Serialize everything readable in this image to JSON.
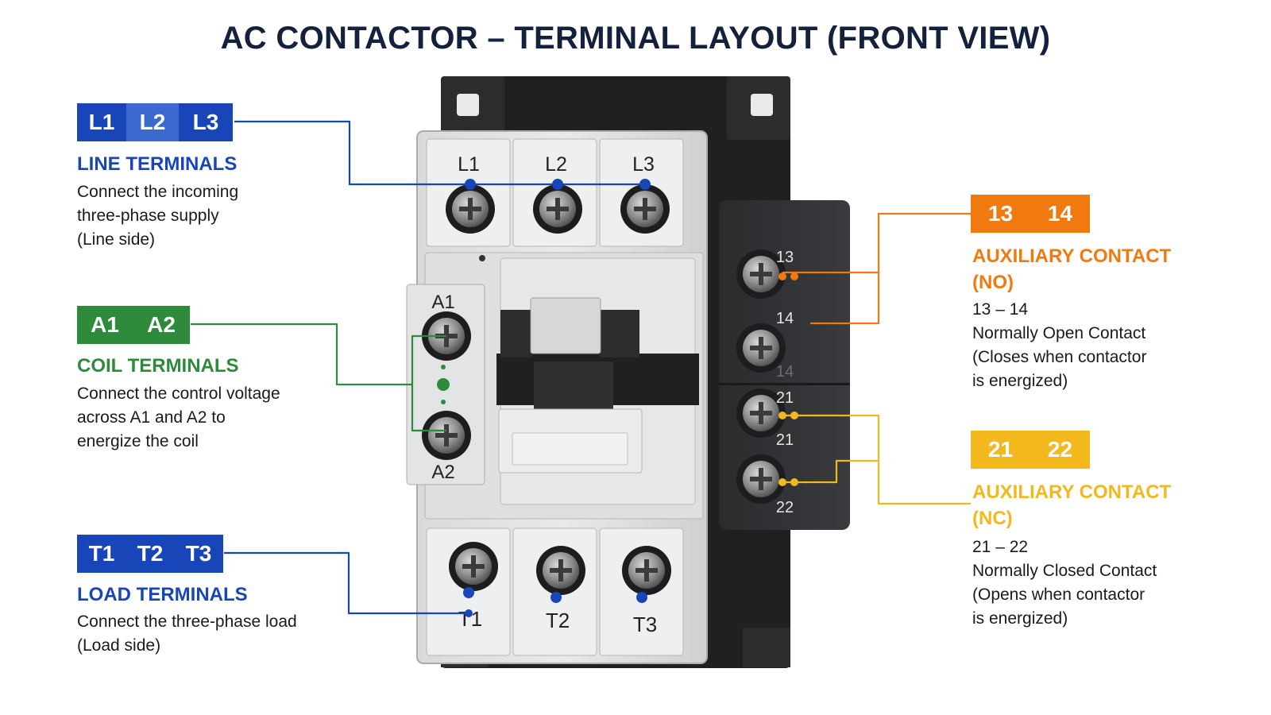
{
  "title": "AC CONTACTOR – TERMINAL LAYOUT (FRONT VIEW)",
  "colors": {
    "blue": "#1846b8",
    "green": "#2e8b3c",
    "orange": "#f07a10",
    "yellow": "#f3b81e",
    "navy": "#14213d"
  },
  "line": {
    "badges": [
      "L1",
      "L2",
      "L3"
    ],
    "heading": "LINE TERMINALS",
    "desc": [
      "Connect the incoming",
      "three-phase supply",
      "(Line side)"
    ]
  },
  "coil": {
    "badges": [
      "A1",
      "A2"
    ],
    "heading": "COIL TERMINALS",
    "desc": [
      "Connect the control voltage",
      "across A1 and A2 to",
      "energize the coil"
    ]
  },
  "load": {
    "badges": [
      "T1",
      "T2",
      "T3"
    ],
    "heading": "LOAD TERMINALS",
    "desc": [
      "Connect the three-phase load",
      "(Load side)"
    ]
  },
  "aux_no": {
    "badges": [
      "13",
      "14"
    ],
    "heading": [
      "AUXILIARY CONTACT",
      "(NO)"
    ],
    "desc": [
      "13 – 14",
      "Normally Open Contact",
      "(Closes when contactor",
      "is energized)"
    ]
  },
  "aux_nc": {
    "badges": [
      "21",
      "22"
    ],
    "heading": [
      "AUXILIARY CONTACT",
      "(NC)"
    ],
    "desc": [
      "21 – 22",
      "Normally Closed Contact",
      "(Opens when contactor",
      "is energized)"
    ]
  },
  "device_labels": {
    "top": [
      "L1",
      "L2",
      "L3"
    ],
    "coil": [
      "A1",
      "A2"
    ],
    "bottom": [
      "T1",
      "T2",
      "T3"
    ],
    "aux": [
      "13",
      "14",
      "14",
      "21",
      "21",
      "22"
    ]
  }
}
